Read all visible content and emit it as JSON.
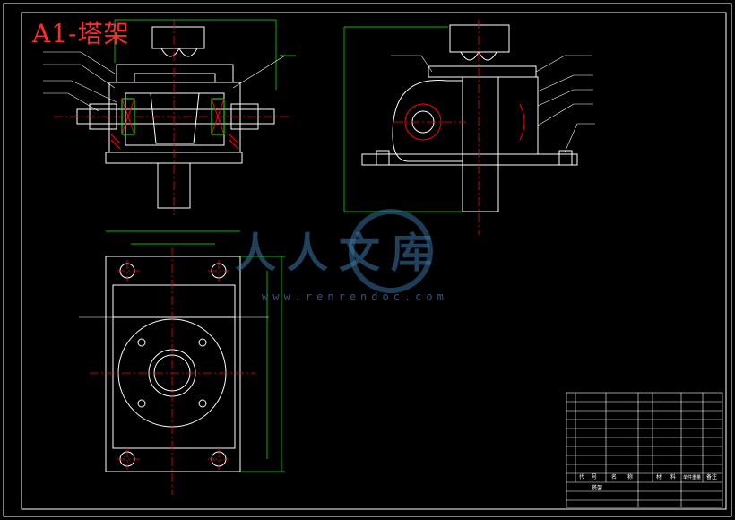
{
  "sheet": {
    "title": "A1-塔架",
    "title_color": "#ff2a2a",
    "line_color": "#ffffff",
    "dim_color": "#00ff00",
    "center_color": "#ff0000"
  },
  "watermark": {
    "text": "人人文库",
    "url": "www.renrendoc.com",
    "color": "#3c78aa"
  },
  "bom": {
    "header": [
      "代",
      "号",
      "名",
      "称",
      "材",
      "料",
      "单件重量",
      "备注"
    ],
    "company": "塔架"
  }
}
